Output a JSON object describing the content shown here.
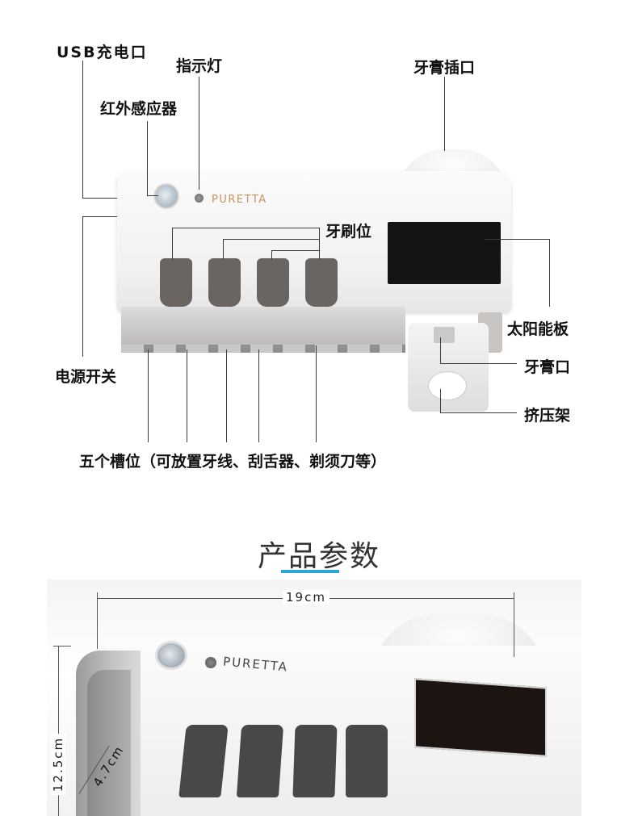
{
  "callouts": {
    "usb": "USB充电口",
    "indicator": "指示灯",
    "toothpaste_inlet": "牙膏插口",
    "ir_sensor": "红外感应器",
    "brush_slots": "牙刷位",
    "solar_panel": "太阳能板",
    "toothpaste_outlet": "牙膏口",
    "power_switch": "电源开关",
    "squeeze_rack": "挤压架",
    "five_slots": "五个槽位（可放置牙线、刮舌器、剃须刀等）"
  },
  "brand": "PURETTA",
  "section_title": "产品参数",
  "dimensions": {
    "width": "19cm",
    "height": "12.5cm",
    "depth": "4.7cm"
  },
  "colors": {
    "accent": "#29a8d8",
    "brand_text": "#c9925b",
    "panel": "#141414"
  }
}
